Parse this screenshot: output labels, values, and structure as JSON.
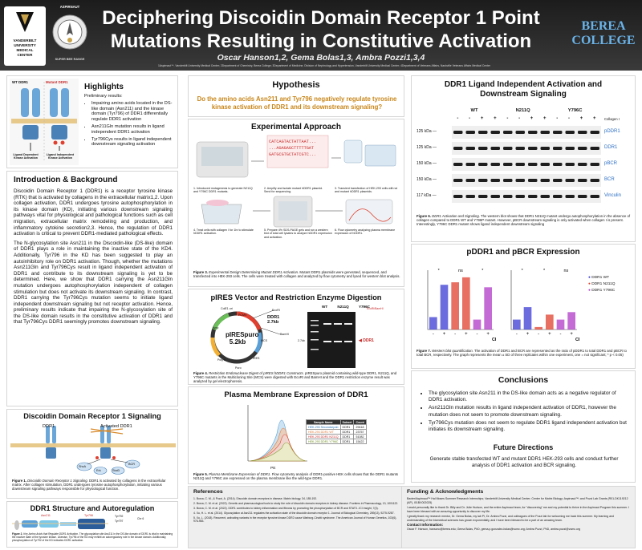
{
  "header": {
    "title_line1": "Deciphering Discoidin Domain Receptor 1 Point",
    "title_line2": "Mutations Resulting in Constitutive Activation",
    "authors": "Oscar Hanson1,2, Gema Bolas1,3, Ambra Pozzi1,3,4",
    "affiliations": "1Aspirnaut™, Vanderbilt University Medical Center; 2Department of Chemistry, Berea College; 3Department of Medicine, Division of Nephrology and Hypertension, Vanderbilt University Medical Center; 4Department of Veterans Affairs, Nashville Veterans Affairs Medical Center",
    "logo_vu_lines": [
      "VANDERBILT",
      "UNIVERSITY",
      "MEDICAL",
      "CENTER"
    ],
    "logo_asp_label": "ASPIRNAUT",
    "logo_asp_sub": "SUPER BEE RANGE",
    "logo_berea_l1": "BEREA",
    "logo_berea_l2": "COLLEGE"
  },
  "highlights": {
    "title": "Highlights",
    "lead": "Preliminary results:",
    "items": [
      "Impairing amino acids located in the DS-like domain (Asn211) and the kinase domain (Tyr796) of DDR1 differentially regulate DDR1 activation",
      "Asn211Gln mutation results in ligand independent DDR1 activation",
      "Tyr796Cys results in ligand independent downstream signaling activation"
    ],
    "fig_labels": [
      "WT DDR1",
      "Mutant DDR1",
      "Ligand Dependent Kinase Activation",
      "Ligand Independent Kinase Activation"
    ]
  },
  "intro": {
    "title": "Introduction & Background",
    "p1": "Discoidin Domain Receptor 1 (DDR1) is a receptor tyrosine kinase (RTK) that is activated by collagens in the extracellular matrix1,2. Upon collagen activation, DDR1 undergoes tyrosine autophosphorylation in its kinase domain (KD), initiating various downstream signaling pathways vital for physiological and pathological functions such as cell migration, extracellular matrix remodeling and production, and inflammatory cytokine secretion2,3. Hence, the regulation of DDR1 activation is critical to prevent DDR1-mediated pathological effects.",
    "p2": "The N-glycosylation site Asn211 in the Discoidin-like (DS-like) domain of DDR1 plays a role in maintaining the inactive state of the KD4. Additionally, Tyr796 in the KD has been suggested to play an autoinhibitory role on DDR1 activation. Though, whether the mutations Asn211Gln and Tyr796Cys result in ligand independent activation of DDR1 and contribute to its downstream signaling is yet to be determined. Here, we show that DDR1 carrying the Asn211Gln mutation undergoes autophosphorylation independent of collagen stimulation but does not activate its downstream signaling. In contrast, DDR1 carrying the Tyr796Cys mutation seems to initiate ligand independent downstream signaling but not receptor activation. Hence, preliminary results indicate that impairing the N-glycosylation site of the DS-like domain results in the constitutive activation of DDR1 and that Tyr796Cys DDR1 seemingly promotes downstream signaling."
  },
  "signaling": {
    "title": "Discoidin Domain Receptor 1 Signaling",
    "label_ddr1": "DDR1",
    "label_active": "Activated DDR1",
    "nodes": [
      "ShcA",
      "BCR",
      "Erk",
      "Stat3"
    ],
    "caption_bold": "Figure 1.",
    "caption_italic": "Discoidin Domain Receptor 1 Signaling.",
    "caption_rest": " DDR1 is activated by collagens in the extracellular matrix. After collagen stimulation, DDR1 undergoes tyrosine autophosphorylation, initiating various downstream signaling pathways responsible for physiological function."
  },
  "structure": {
    "title": "DDR1 Structure and Autoregulation",
    "labels": [
      "Asn211",
      "Tyr796",
      "Tyr792",
      "Tyr797",
      "Chr 6"
    ],
    "caption_bold": "Figure 2.",
    "caption_italic": "Key Amino Acids that Regulate DDR1 Activation.",
    "caption_rest": " The glycosylation site Asn211 in the DS-like domain of DDR1 is vital in maintaining the inactive state of the tyrosine kinase. Likewise, Tyr796 of the KD may exhibit an autoregulatory role in the kinase domain. Additionally, phosphorylation of Tyr792 of the KD indicates DDR1 activation."
  },
  "hypothesis": {
    "title": "Hypothesis",
    "text": "Do the amino acids Asn211 and Tyr796 negatively regulate tyrosine kinase activation of DDR1 and its downstream signaling?"
  },
  "experimental": {
    "title": "Experimental Approach",
    "seq": [
      "CATCAGTACTATTAAT...",
      "...AGAGAGCTTTTTGAT",
      "GATGCGTGCTATCGTC..."
    ],
    "steps": [
      "1. Introduced mutagenesis to generate N211Q and Y796C DDR1 mutants.",
      "2. Amplify and isolate mutant hDDR1 plasmid. Send for sequencing.",
      "3. Transient transfection of HEK-293 cells with wt and mutant hDDR1 plasmids.",
      "4. Treat cells with collagen I for 1hr to stimulate hDDR1 activation.",
      "5. Prepare 4% SDS-PAGE gels and run a western blot of total cell lysates to analyze hDDR1 expression and activation.",
      "6. Flow cytometry analyzing plasma membrane expression of hDDR1."
    ],
    "caption_bold": "Figure 3.",
    "caption_italic": "Experimental Design Determining Mutant DDR1 Activation.",
    "caption_rest": " Mutant DDR1 plasmids were generated, sequenced, and transfected into HEK-293 cells. The cells were treated with collagen and analyzed by flow cytometry and lysed for western blot analysis."
  },
  "ires": {
    "title": "pIRES Vector and Restriction Enzyme Digestion",
    "plasmid": "pIRESpuro",
    "plasmid_size": "5.2kb",
    "insert": "DDR1",
    "insert_size": "2.7kb",
    "sites": [
      "EcoRI",
      "BamHI",
      "MCS",
      "IRES",
      "PCMV",
      "Puro",
      "Poly A",
      "Amp",
      "ColE1 ori"
    ],
    "gel_lanes": [
      "WT",
      "N211Q",
      "Y796C"
    ],
    "gel_marker": "2.7kb",
    "gel_enzyme": "EcoRI/BamHI",
    "gel_band": "DDR1",
    "caption_bold": "Figure 4.",
    "caption_italic": "Restriction Endonuclease Digest of pIRES hDDR1 Constructs.",
    "caption_rest": " pIRESpuro plasmid containing wild-type DDR1, N211Q, and Y796C mutants in the Multicloning Site (MCS) were digested with EcoRI and BamHI and the DDR1 restriction enzyme result was analyzed by gel electrophoresis."
  },
  "pm": {
    "title": "Plasma Membrane Expression of DDR1",
    "xlabel": "PE",
    "table_head": [
      "Sample Name",
      "Subset",
      "Count"
    ],
    "table_rows": [
      [
        "HEK-293 Secondary.ab",
        "DDR1",
        "29418"
      ],
      [
        "HEK-293 DDR1 WT",
        "DDR1",
        "23757"
      ],
      [
        "HEK-293 DDR1 N211Q",
        "DDR1",
        "51082"
      ],
      [
        "HEK-293 DDR1 Y796C",
        "DDR1",
        "15422"
      ]
    ],
    "caption_bold": "Figure 5.",
    "caption_italic": "Plasma Membrane Expression of DDR1.",
    "caption_rest": " Flow cytometry analysis of DDR1-positive HEK cells shows that the DDR1 mutants N211Q and Y796C are expressed on the plasma membrane like the wild-type DDR1."
  },
  "refs": {
    "title": "References",
    "items": [
      "1. Borza, C. M., & Pozzi, A. (2014). Discoidin domain receptors in disease. Matrix biology, 34, 185-192.",
      "2. Borza, C. M. et al. (2022). Genetic and pharmacological tools to study the role of discoidin domain receptors in kidney disease. Frontiers in Pharmacology, 13, 1001122.",
      "3. Borza, C. M. et al. (2022). DDR1 contributes to kidney inflammation and fibrosis by promoting the phosphorylation of BCR and STAT3. JCI Insight, 7(3).",
      "4. Xu, H. L. et al. (2014). Glycosylation at Asn211 regulates the activation state of the discoidin domain receptor 1. Journal of Biological Chemistry, 289(13), 9275-9287.",
      "5. Xu, L. (2018). Recurrent, activating variants in the receptor tyrosine kinase DDR2 cause Warburg-Cinotti syndrome. The American Journal of Human Genetics, 103(6), 976-983."
    ]
  },
  "wb": {
    "title_l1": "DDR1 Ligand Independent Activation and",
    "title_l2": "Downstream Signaling",
    "groups": [
      "WT",
      "N211Q",
      "Y796C"
    ],
    "treatment_row": [
      "-",
      "-",
      "+",
      "+",
      "-",
      "-",
      "+",
      "+",
      "-",
      "-",
      "+",
      "+"
    ],
    "treatment_label": "Collagen I",
    "mw": [
      "125 kDa",
      "125 kDa",
      "150 kDa",
      "150 kDa",
      "117 kDa"
    ],
    "bands": [
      "pDDR1",
      "DDR1",
      "pBCR",
      "BCR",
      "Vinculin"
    ],
    "caption_bold": "Figure 6.",
    "caption_italic": "DDR1 Activation and Signaling.",
    "caption_rest": " The western blot shows that DDR1 N211Q mutant undergo autophosphorylation in the absence of collagen compared to DDR1 WT and Y796P mutant. However, pBCR downstream signaling is only activated when collagen I is present. Interestingly, Y796C DDR1 mutant shows ligand independent downstream signaling"
  },
  "expression": {
    "title": "pDDR1 and pBCR Expression",
    "sig": [
      "*",
      "ns",
      "*",
      "*",
      "*",
      "ns"
    ],
    "x_treat": [
      "-",
      "+",
      "-",
      "+",
      "-",
      "+"
    ],
    "x_label": "CI",
    "legend": [
      "DDR1 WT",
      "DDR1 N211Q",
      "DDR1 Y796C"
    ],
    "caption_bold": "Figure 7.",
    "caption_italic": "Western blot quantification.",
    "caption_rest": " The activation of DDR1 and BCR are represented as the ratio of pDDR1 to total DDR1 and pBCR to total BCR, respectively. The graph represents the mean ± SD of three replicates within one experiment, one = not significant; * p < 0.05)"
  },
  "conclusions": {
    "title": "Conclusions",
    "items": [
      "The glycosylation site Asn211 in the DS-like domain acts as a negative regulator of DDR1 activation.",
      "Asn211Gln mutation results in ligand independent activation of DDR1, however the mutation does not seem to promote downstream signaling.",
      "Tyr796Cys mutation does not seem to regulate DDR1 ligand independent activation but initiates its downstream signaling."
    ],
    "future_title": "Future Directions",
    "future_text": "Generate stable transfected WT and mutant DDR1 HEK-293 cells and conduct further analysis of DDR1 activation and BCR signaling."
  },
  "funding": {
    "title": "Funding & Acknowledgments",
    "text1": "Baxter/Aspirnaut™ Hal Moses Summer Research Internships; Vanderbilt University Medical Center; Center for Matrix Biology; Aspirnaut™; and Pozzi Lab Grants (R01-DK119212 (AP), I01BX002025)",
    "text2": "I would personally like to thank Dr. Billy and Dr. Julie Hudson, and the entire Aspirnaut team, for \"discovering\" me and my potential to thrive in the Aspirnaut Program this summer. I have been blessed with an amazing opportunity to discover my life.",
    "text3": "I greatly thank my research mentor, Dr. Gema Bolas, my lab PI, Dr. Ambra Pozzi, and colleagues of the Pozzi lab for welcoming me back this summer. My learning and understanding of the biomedical sciences has grown exponentially, and I have been blessed to be a part of an amazing team.",
    "contact_title": "Contact Information:",
    "contact": "Oscar F. Hanson, hansono@berea.edu; Gema Bolas, PhD, gema.p.gonzalez-bolas@vumc.org; Ambra Pozzi, PhD, ambra.pozzi@vumc.org"
  },
  "colors": {
    "header_bg": "#2a2a2a",
    "hypothesis": "#c8861a",
    "wt": "#3b3bd4",
    "n211q": "#e0402f",
    "y796c": "#b03ac8",
    "band_label": "#2d6fc4"
  }
}
